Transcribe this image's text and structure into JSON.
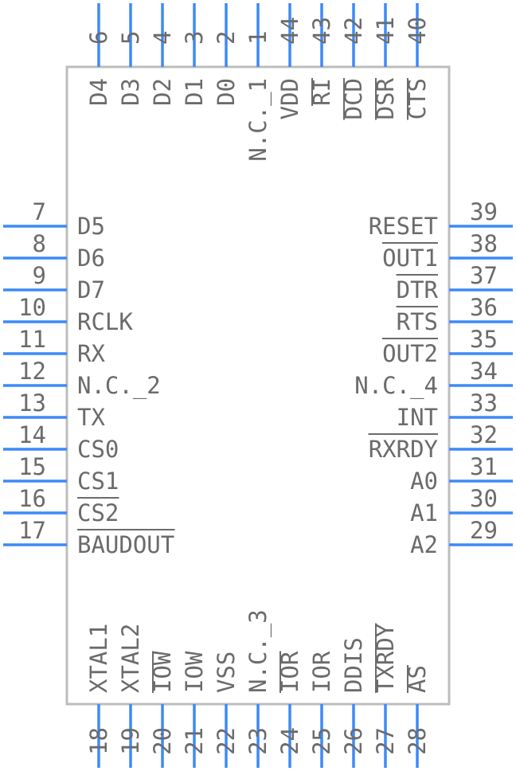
{
  "colors": {
    "pin": "#3d8af7",
    "body_outline": "#bdbdbd",
    "text": "#6b6b6b"
  },
  "pins": {
    "top": [
      {
        "num": "6",
        "name": "D4",
        "overline": false
      },
      {
        "num": "5",
        "name": "D3",
        "overline": false
      },
      {
        "num": "4",
        "name": "D2",
        "overline": false
      },
      {
        "num": "3",
        "name": "D1",
        "overline": false
      },
      {
        "num": "2",
        "name": "D0",
        "overline": false
      },
      {
        "num": "1",
        "name": "N.C._1",
        "overline": false
      },
      {
        "num": "44",
        "name": "VDD",
        "overline": false
      },
      {
        "num": "43",
        "name": "RI",
        "overline": true
      },
      {
        "num": "42",
        "name": "DCD",
        "overline": true
      },
      {
        "num": "41",
        "name": "DSR",
        "overline": true
      },
      {
        "num": "40",
        "name": "CTS",
        "overline": true
      }
    ],
    "left": [
      {
        "num": "7",
        "name": "D5",
        "overline": false
      },
      {
        "num": "8",
        "name": "D6",
        "overline": false
      },
      {
        "num": "9",
        "name": "D7",
        "overline": false
      },
      {
        "num": "10",
        "name": "RCLK",
        "overline": false
      },
      {
        "num": "11",
        "name": "RX",
        "overline": false
      },
      {
        "num": "12",
        "name": "N.C._2",
        "overline": false
      },
      {
        "num": "13",
        "name": "TX",
        "overline": false
      },
      {
        "num": "14",
        "name": "CS0",
        "overline": false
      },
      {
        "num": "15",
        "name": "CS1",
        "overline": false
      },
      {
        "num": "16",
        "name": "CS2",
        "overline": true
      },
      {
        "num": "17",
        "name": "BAUDOUT",
        "overline": true
      }
    ],
    "right": [
      {
        "num": "39",
        "name": "RESET",
        "overline": false
      },
      {
        "num": "38",
        "name": "OUT1",
        "overline": true
      },
      {
        "num": "37",
        "name": "DTR",
        "overline": true
      },
      {
        "num": "36",
        "name": "RTS",
        "overline": true
      },
      {
        "num": "35",
        "name": "OUT2",
        "overline": true
      },
      {
        "num": "34",
        "name": "N.C._4",
        "overline": false
      },
      {
        "num": "33",
        "name": "INT",
        "overline": false
      },
      {
        "num": "32",
        "name": "RXRDY",
        "overline": true
      },
      {
        "num": "31",
        "name": "A0",
        "overline": false
      },
      {
        "num": "30",
        "name": "A1",
        "overline": false
      },
      {
        "num": "29",
        "name": "A2",
        "overline": false
      }
    ],
    "bottom": [
      {
        "num": "18",
        "name": "XTAL1",
        "overline": false
      },
      {
        "num": "19",
        "name": "XTAL2",
        "overline": false
      },
      {
        "num": "20",
        "name": "IOW",
        "overline": true
      },
      {
        "num": "21",
        "name": "IOW",
        "overline": false
      },
      {
        "num": "22",
        "name": "VSS",
        "overline": false
      },
      {
        "num": "23",
        "name": "N.C._3",
        "overline": false
      },
      {
        "num": "24",
        "name": "IOR",
        "overline": true
      },
      {
        "num": "25",
        "name": "IOR",
        "overline": false
      },
      {
        "num": "26",
        "name": "DDIS",
        "overline": false
      },
      {
        "num": "27",
        "name": "TXRDY",
        "overline": true
      },
      {
        "num": "28",
        "name": "AS",
        "overline": true
      }
    ]
  }
}
